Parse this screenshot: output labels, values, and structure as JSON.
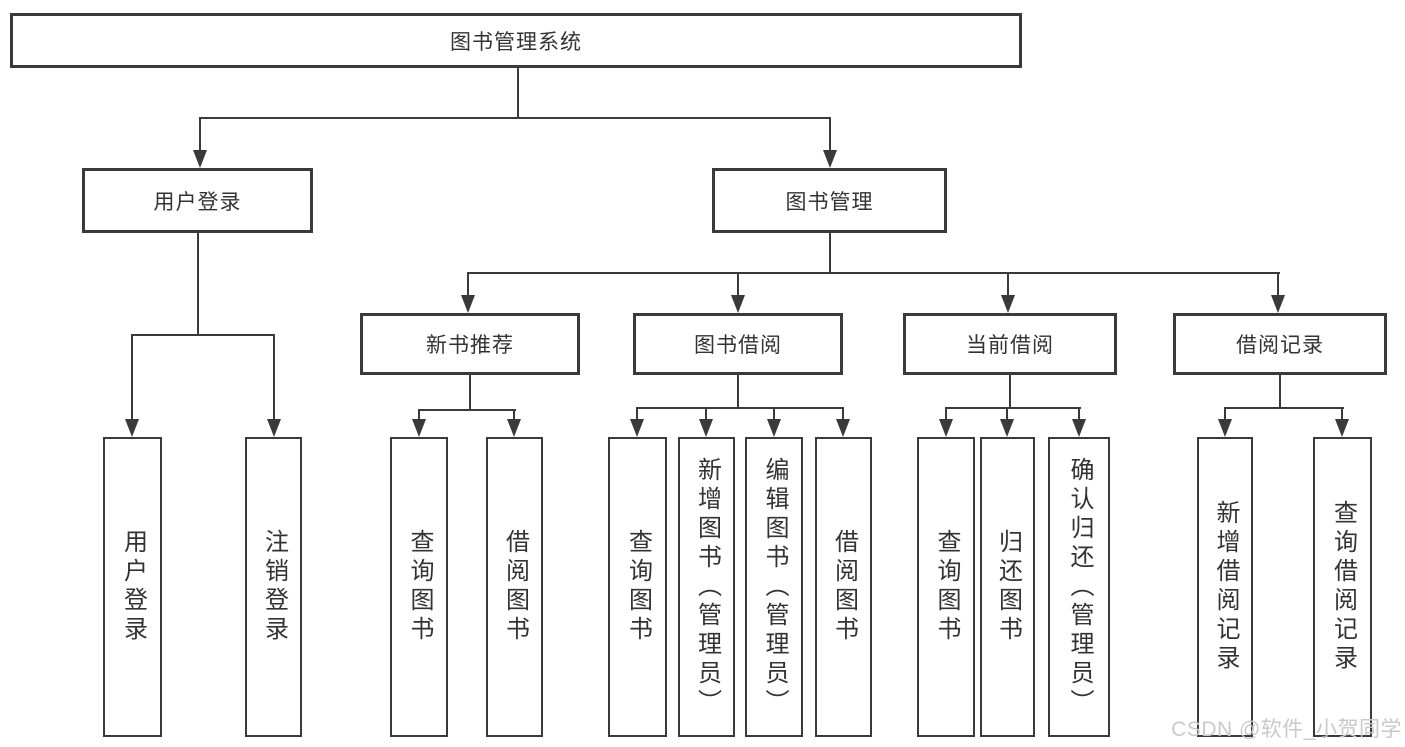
{
  "diagram": {
    "title": "图书管理系统",
    "root": {
      "label": "图书管理系统"
    },
    "level2": [
      {
        "id": "user-login",
        "label": "用户登录"
      },
      {
        "id": "book-management",
        "label": "图书管理"
      }
    ],
    "level3": [
      {
        "id": "new-book-recommend",
        "label": "新书推荐"
      },
      {
        "id": "book-borrow",
        "label": "图书借阅"
      },
      {
        "id": "current-borrow",
        "label": "当前借阅"
      },
      {
        "id": "borrow-records",
        "label": "借阅记录"
      }
    ],
    "leaves": {
      "user_login": [
        "用户登录",
        "注销登录"
      ],
      "new_book_recommend": [
        "查询图书",
        "借阅图书"
      ],
      "book_borrow": [
        "查询图书",
        "新增图书（管理员）",
        "编辑图书（管理员）",
        "借阅图书"
      ],
      "current_borrow": [
        "查询图书",
        "归还图书",
        "确认归还（管理员）"
      ],
      "borrow_records": [
        "新增借阅记录",
        "查询借阅记录"
      ]
    }
  },
  "watermark": {
    "text": "CSDN @软件_小贺同学"
  },
  "colors": {
    "line": "#3a3a3a",
    "text": "#333333",
    "watermark": "#c9c9c9",
    "background": "#ffffff"
  }
}
